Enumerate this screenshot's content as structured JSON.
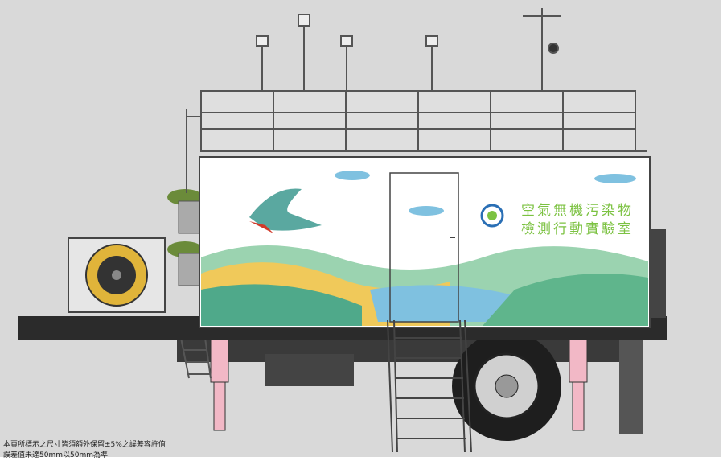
{
  "illustration": {
    "lab_title_line1": "空氣無機污染物",
    "lab_title_line2": "檢測行動實驗室",
    "logo": "agency-seal-logo",
    "note_line1": "本頁所標示之尺寸皆須額外保留±5%之誤差容許值",
    "note_line2": "誤差值未達50mm以50mm為準"
  },
  "colors": {
    "background": "#d9d9d9",
    "bed": "#2b2b2b",
    "legs": "#f2b8c6",
    "title_green": "#7cc242",
    "lab_box": "#ffffff"
  }
}
